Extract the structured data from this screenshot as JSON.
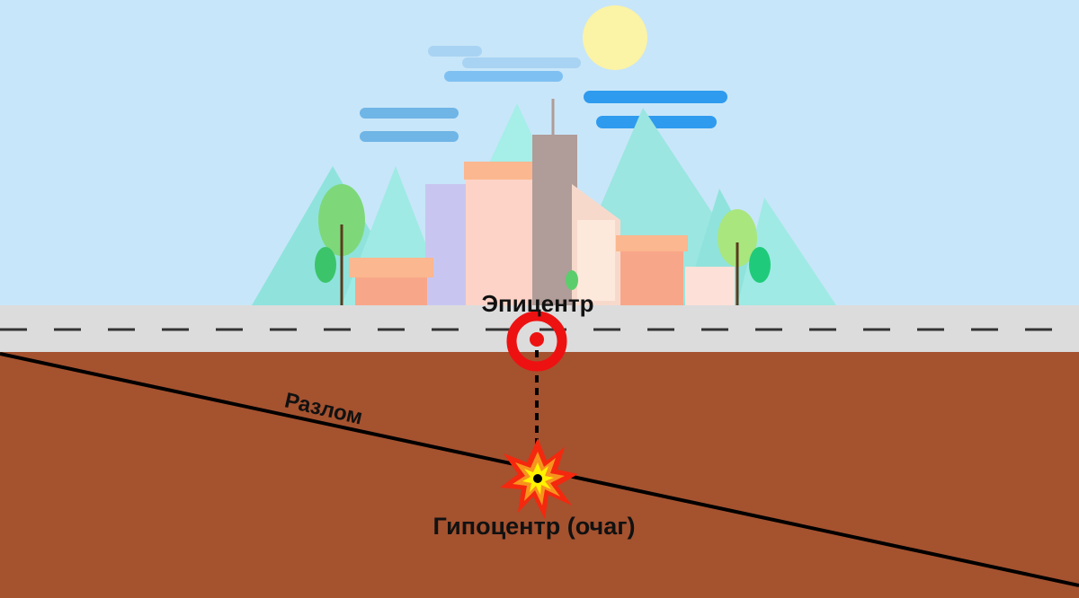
{
  "labels": {
    "epicenter": "Эпицентр",
    "fault": "Разлом",
    "hypocenter": "Гипоцентр (очаг)"
  },
  "colors": {
    "sky": "#c8e6f9",
    "road": "#dcdcdc",
    "ground": "#a5522f",
    "epicenter": "#ee1111",
    "sun": "#fbf3a5",
    "mountain": "#9fe8e4"
  }
}
